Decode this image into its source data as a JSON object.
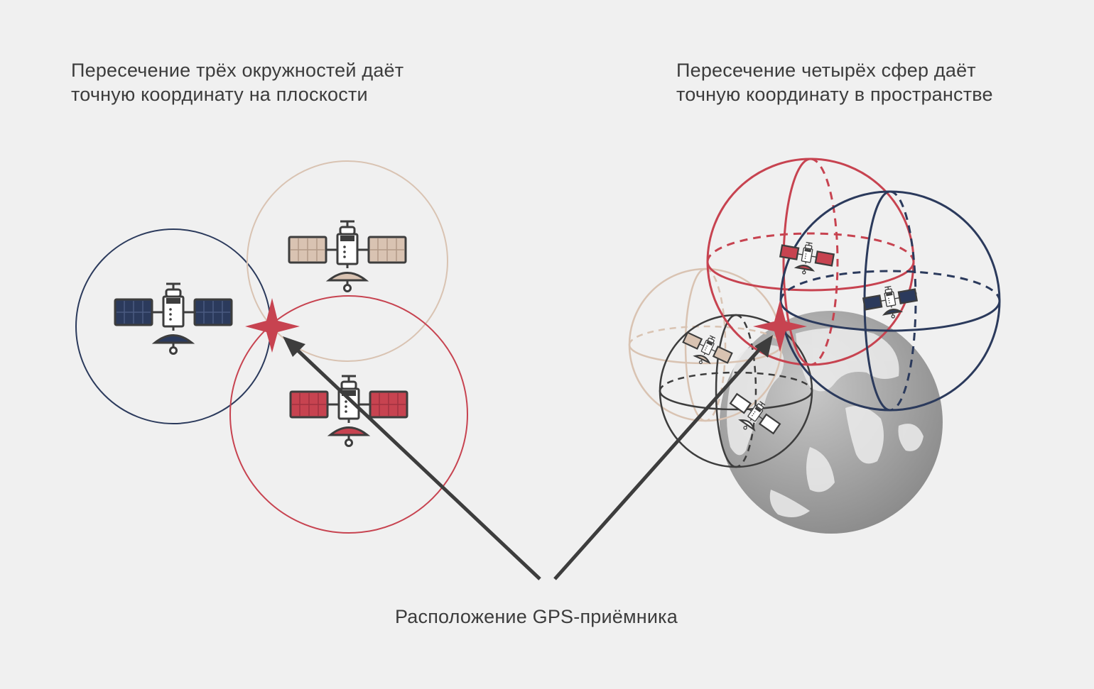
{
  "left_panel": {
    "caption_line1": "Пересечение трёх окружностей даёт",
    "caption_line2": "точную координату на плоскости"
  },
  "right_panel": {
    "caption_line1": "Пересечение четырёх сфер даёт",
    "caption_line2": "точную координату в пространстве"
  },
  "receiver_label": "Расположение GPS-приёмника",
  "colors": {
    "background": "#f0f0f0",
    "navy": "#2b3a5c",
    "beige": "#d9c3b2",
    "red": "#c74350",
    "dark": "#3d3d3d",
    "earth": "#9a9a9a"
  }
}
